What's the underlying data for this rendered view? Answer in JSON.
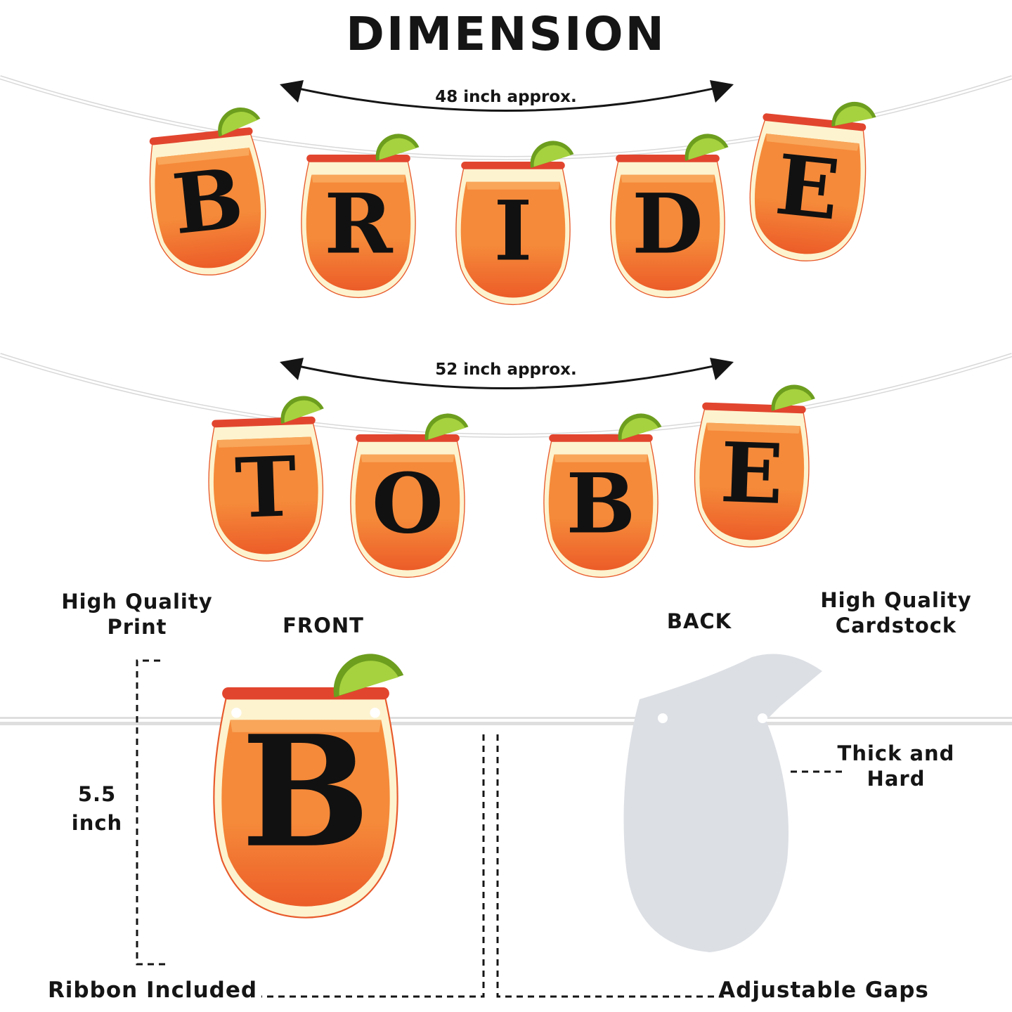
{
  "title": "DIMENSION",
  "row1": {
    "length_label": "48 inch approx.",
    "letters": [
      "B",
      "R",
      "I",
      "D",
      "E"
    ]
  },
  "row2": {
    "length_label": "52 inch approx.",
    "letters": [
      "T",
      "O",
      "B",
      "E"
    ]
  },
  "detail": {
    "front_label": "FRONT",
    "back_label": "BACK",
    "print_label_line1": "High  Quality",
    "print_label_line2": "Print",
    "cardstock_label_line1": "High  Quality",
    "cardstock_label_line2": "Cardstock",
    "height_label_line1": "5.5",
    "height_label_line2": "inch",
    "thick_label_line1": "Thick  and",
    "thick_label_line2": "Hard",
    "ribbon_label": "Ribbon  Included",
    "gaps_label": "Adjustable  Gaps",
    "front_letter": "B"
  },
  "colors": {
    "drink_orange": "#f58a3a",
    "drink_deep": "#ec5c28",
    "glass_cream": "#fdf3cf",
    "salt_rim": "#e2452e",
    "lime": "#a6d23f",
    "card_back": "#dcdfe4",
    "text": "#151515"
  }
}
